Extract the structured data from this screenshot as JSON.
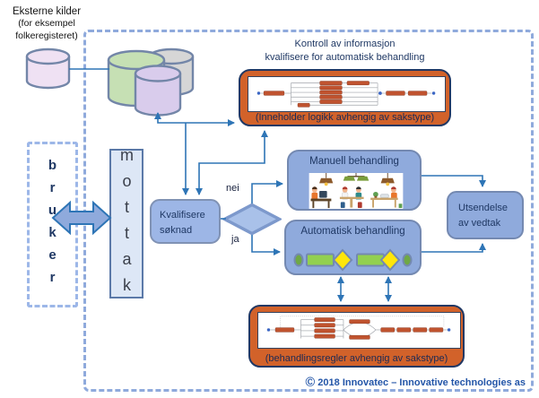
{
  "external_sources": {
    "title": "Eksterne kilder",
    "sub1": "(for eksempel",
    "sub2": "folkeregisteret)"
  },
  "actors": {
    "bruker": "bruker",
    "mottak": "mottak"
  },
  "nodes": {
    "kvalifisere": {
      "line1": "Kvalifisere",
      "line2": "søknad"
    },
    "decision": {
      "no_label": "nei",
      "yes_label": "ja"
    },
    "manuell": {
      "title": "Manuell behandling"
    },
    "automatisk": {
      "title": "Automatisk behandling"
    },
    "utsendelse": {
      "line1": "Utsendelse",
      "line2": "av vedtak"
    }
  },
  "kontroll": {
    "title_line1": "Kontroll av informasjon",
    "title_line2": "kvalifisere for automatisk behandling",
    "caption": "(Inneholder logikk avhengig av sakstype)"
  },
  "regler": {
    "caption": "(behandlingsregler avhengig av sakstype)"
  },
  "footer": {
    "copyright_symbol": "©",
    "copyright_text": " 2018 Innovatec – Innovative technologies as"
  },
  "colors": {
    "arrow_blue": "#2E75B6",
    "node_fill": "#8FAADC",
    "node_border": "#7489B1",
    "orange_fill": "#D2622A",
    "navy": "#1F3864",
    "dashed_border": "#8FAADC",
    "cylinder_green": "#C6E0B4",
    "cylinder_gray": "#D6D6D6",
    "cylinder_purple": "#D9CCEC",
    "cylinder_pink": "#EFE1F3",
    "bpmn_node_red": "#C0532F",
    "bpmn_green": "#92D050",
    "bpmn_yellow": "#FFE60A"
  }
}
